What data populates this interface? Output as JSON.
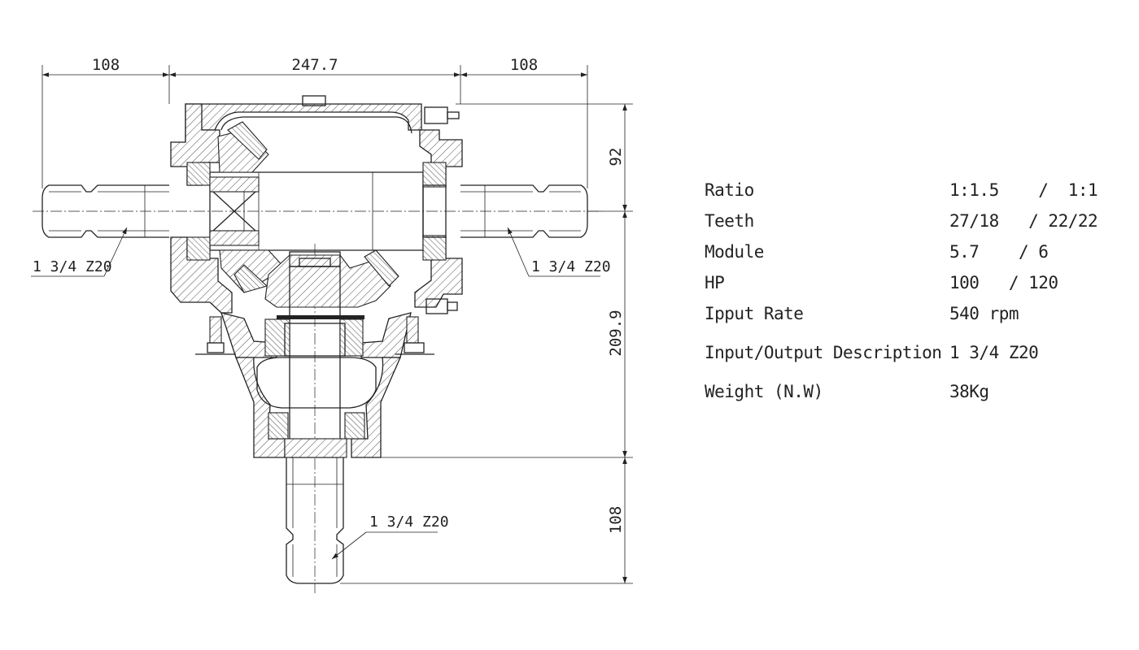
{
  "dimensions": {
    "left_shaft_length": "108",
    "housing_width": "247.7",
    "right_shaft_length": "108",
    "top_height": "92",
    "body_height": "209.9",
    "bottom_shaft_length": "108"
  },
  "callouts": {
    "left_shaft": "1 3/4 Z20",
    "right_shaft": "1 3/4 Z20",
    "bottom_shaft": "1 3/4 Z20"
  },
  "specs": [
    {
      "label": "Ratio",
      "value": "1:1.5    /  1:1"
    },
    {
      "label": "Teeth",
      "value": "27/18   / 22/22"
    },
    {
      "label": "Module",
      "value": "5.7    / 6"
    },
    {
      "label": "HP",
      "value": "100   / 120"
    },
    {
      "label": "Ipput Rate",
      "value": "540 rpm"
    },
    {
      "label": "Input/Output Description",
      "value": "1 3/4 Z20"
    },
    {
      "label": "Weight (N.W)",
      "value": "38Kg"
    }
  ]
}
